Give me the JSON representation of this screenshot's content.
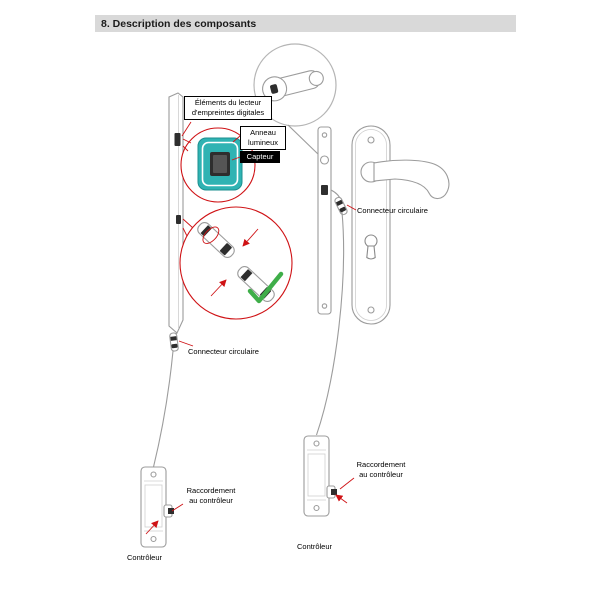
{
  "page": {
    "section_header": "8. Description des composants"
  },
  "callouts": {
    "reader_elements": "Éléments du lecteur\nd'empreintes digitales",
    "luminous_ring": "Anneau\nlumineux",
    "sensor": "Capteur",
    "circular_connector_top": "Connecteur circulaire",
    "circular_connector_bottom": "Connecteur circulaire",
    "controller_link_left": "Raccordement\nau contrôleur",
    "controller_link_right": "Raccordement\nau contrôleur",
    "controller_left": "Contrôleur",
    "controller_right": "Contrôleur"
  },
  "colors": {
    "accent_red": "#cf1215",
    "device_teal": "#2fb3b3",
    "check_green": "#3fae49",
    "header_bg": "#d9d9d9",
    "line_gray": "#9c9c9c"
  }
}
